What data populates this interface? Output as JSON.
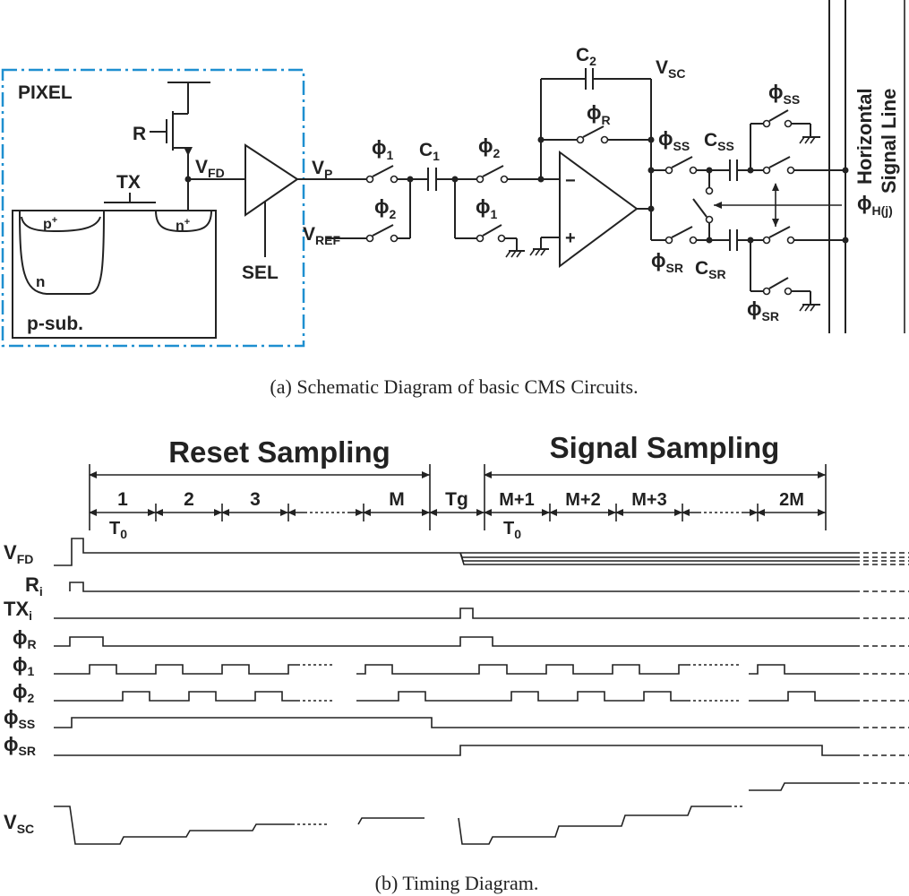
{
  "schematic": {
    "pixel_label": "PIXEL",
    "r_label": "R",
    "tx_label": "TX",
    "vfd_label": "V",
    "vfd_sub": "FD",
    "pplus_label": "p",
    "pplus_sup": "+",
    "nplus_label": "n",
    "nplus_sup": "+",
    "n_label": "n",
    "psub_label": "p-sub.",
    "sel_label": "SEL",
    "vp_label": "V",
    "vp_sub": "P",
    "vref_label": "V",
    "vref_sub": "REF",
    "phi": "ϕ",
    "phi1_sub": "1",
    "phi2_sub": "2",
    "c1_label": "C",
    "c1_sub": "1",
    "c2_label": "C",
    "c2_sub": "2",
    "vsc_label": "V",
    "vsc_sub": "SC",
    "phir_sub": "R",
    "phiss_sub": "SS",
    "phisr_sub": "SR",
    "css_label": "C",
    "css_sub": "SS",
    "csr_label": "C",
    "csr_sub": "SR",
    "phih_sub": "H(j)",
    "minus": "−",
    "plus": "+",
    "hsl_line1": "Horizontal",
    "hsl_line2": "Signal Line"
  },
  "caption_a": "(a)  Schematic Diagram of basic CMS Circuits.",
  "timing": {
    "reset_title": "Reset Sampling",
    "signal_title": "Signal Sampling",
    "tg_label": "Tg",
    "t0_label": "T",
    "t0_sub": "0",
    "reset_periods": [
      "1",
      "2",
      "3",
      "M"
    ],
    "signal_periods": [
      "M+1",
      "M+2",
      "M+3",
      "2M"
    ],
    "signals": {
      "vfd": {
        "main": "V",
        "sub": "FD"
      },
      "ri": {
        "main": "R",
        "sub": "i"
      },
      "txi": {
        "main": "TX",
        "sub": "i"
      },
      "phir": {
        "main": "ϕ",
        "sub": "R"
      },
      "phi1": {
        "main": "ϕ",
        "sub": "1"
      },
      "phi2": {
        "main": "ϕ",
        "sub": "2"
      },
      "phiss": {
        "main": "ϕ",
        "sub": "SS"
      },
      "phisr": {
        "main": "ϕ",
        "sub": "SR"
      },
      "vsc": {
        "main": "V",
        "sub": "SC"
      }
    }
  },
  "caption_b": "(b)  Timing Diagram."
}
